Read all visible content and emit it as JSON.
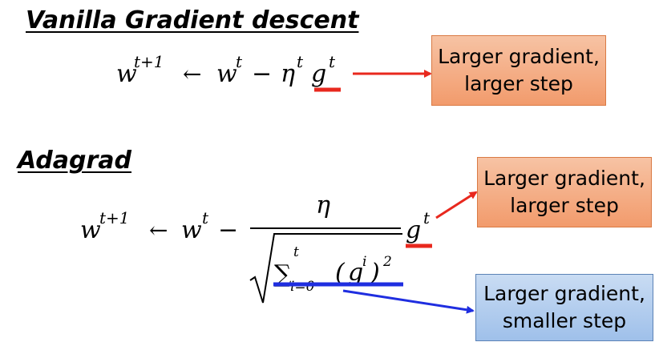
{
  "headings": {
    "vanilla": "Vanilla Gradient descent",
    "adagrad": "Adagrad"
  },
  "vanilla_formula": {
    "w": "w",
    "sup_t1": "t+1",
    "arrow": "←",
    "sup_t": "t",
    "minus": "−",
    "eta": "η",
    "g": "g"
  },
  "adagrad_formula": {
    "w": "w",
    "sup_t1": "t+1",
    "arrow": "←",
    "sup_t": "t",
    "minus": "−",
    "numerator": "η",
    "g": "g",
    "sum": "∑",
    "sum_top": "t",
    "sum_bottom": "i=0",
    "open_paren": "(",
    "sup_i": "i",
    "close_paren": ")",
    "square": "2"
  },
  "callouts": [
    {
      "line1": "Larger gradient,",
      "line2": "larger step"
    },
    {
      "line1": "Larger gradient,",
      "line2": "larger step"
    },
    {
      "line1": "Larger gradient,",
      "line2": "smaller step"
    }
  ],
  "colors": {
    "red_accent": "#e8281e",
    "blue_accent": "#1f2ee0",
    "orange_box": "#f4ad85",
    "blue_box": "#b4cdee"
  }
}
